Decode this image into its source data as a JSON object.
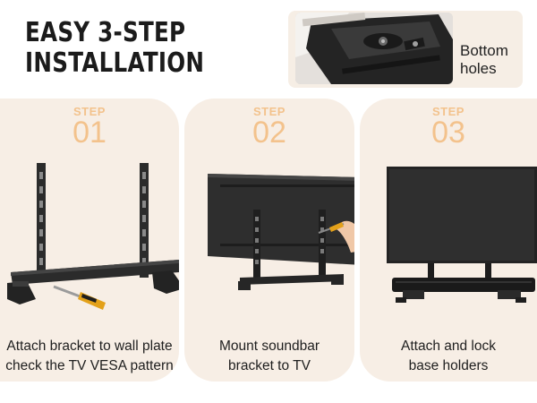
{
  "header": {
    "title_line1": "EASY 3-STEP",
    "title_line2": "INSTALLATION"
  },
  "inset": {
    "label_line1": "Bottom",
    "label_line2": "holes"
  },
  "steps": [
    {
      "word": "STEP",
      "number": "01",
      "caption_line1": "Attach bracket to wall plate",
      "caption_line2": "check the TV VESA pattern"
    },
    {
      "word": "STEP",
      "number": "02",
      "caption_line1": "Mount soundbar",
      "caption_line2": "bracket to TV"
    },
    {
      "word": "STEP",
      "number": "03",
      "caption_line1": "Attach and lock",
      "caption_line2": "base holders"
    }
  ],
  "colors": {
    "panel_bg": "#f7eee5",
    "step_accent": "#f3c28c",
    "title": "#1b1b1b",
    "hardware": "#2b2b2b"
  },
  "icons": [
    "bracket-icon",
    "screwdriver-icon",
    "tv-icon",
    "soundbar-icon",
    "hand-icon"
  ]
}
